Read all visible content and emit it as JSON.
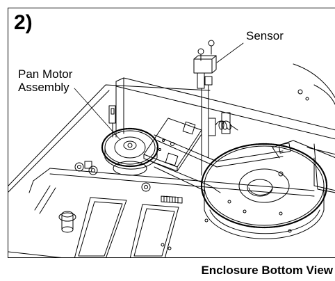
{
  "step_label": "2)",
  "callouts": {
    "sensor": "Sensor",
    "pan_motor_line1": "Pan Motor",
    "pan_motor_line2": "Assembly"
  },
  "caption": "Enclosure Bottom View",
  "colors": {
    "line": "#000000",
    "background": "#ffffff",
    "frame_border": "#000000"
  }
}
